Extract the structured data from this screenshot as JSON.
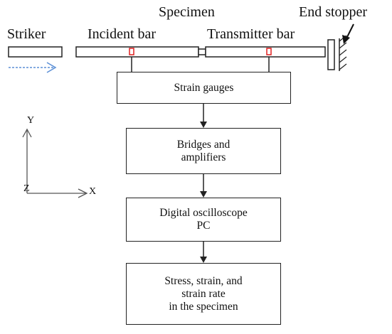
{
  "labels": {
    "striker": "Striker",
    "incident_bar": "Incident bar",
    "specimen": "Specimen",
    "transmitter_bar": "Transmitter bar",
    "end_stopper": "End stopper"
  },
  "flow": [
    {
      "lines": [
        "Strain gauges"
      ]
    },
    {
      "lines": [
        "Bridges and",
        "amplifiers"
      ]
    },
    {
      "lines": [
        "Digital oscilloscope",
        "PC"
      ]
    },
    {
      "lines": [
        "Stress, strain, and",
        "strain rate",
        "in the specimen"
      ]
    }
  ],
  "axes": {
    "y": "Y",
    "x": "X",
    "z": "Z"
  },
  "colors": {
    "gauge": "#e02020",
    "striker_arrow": "#5b8fd6",
    "line": "#222222"
  }
}
